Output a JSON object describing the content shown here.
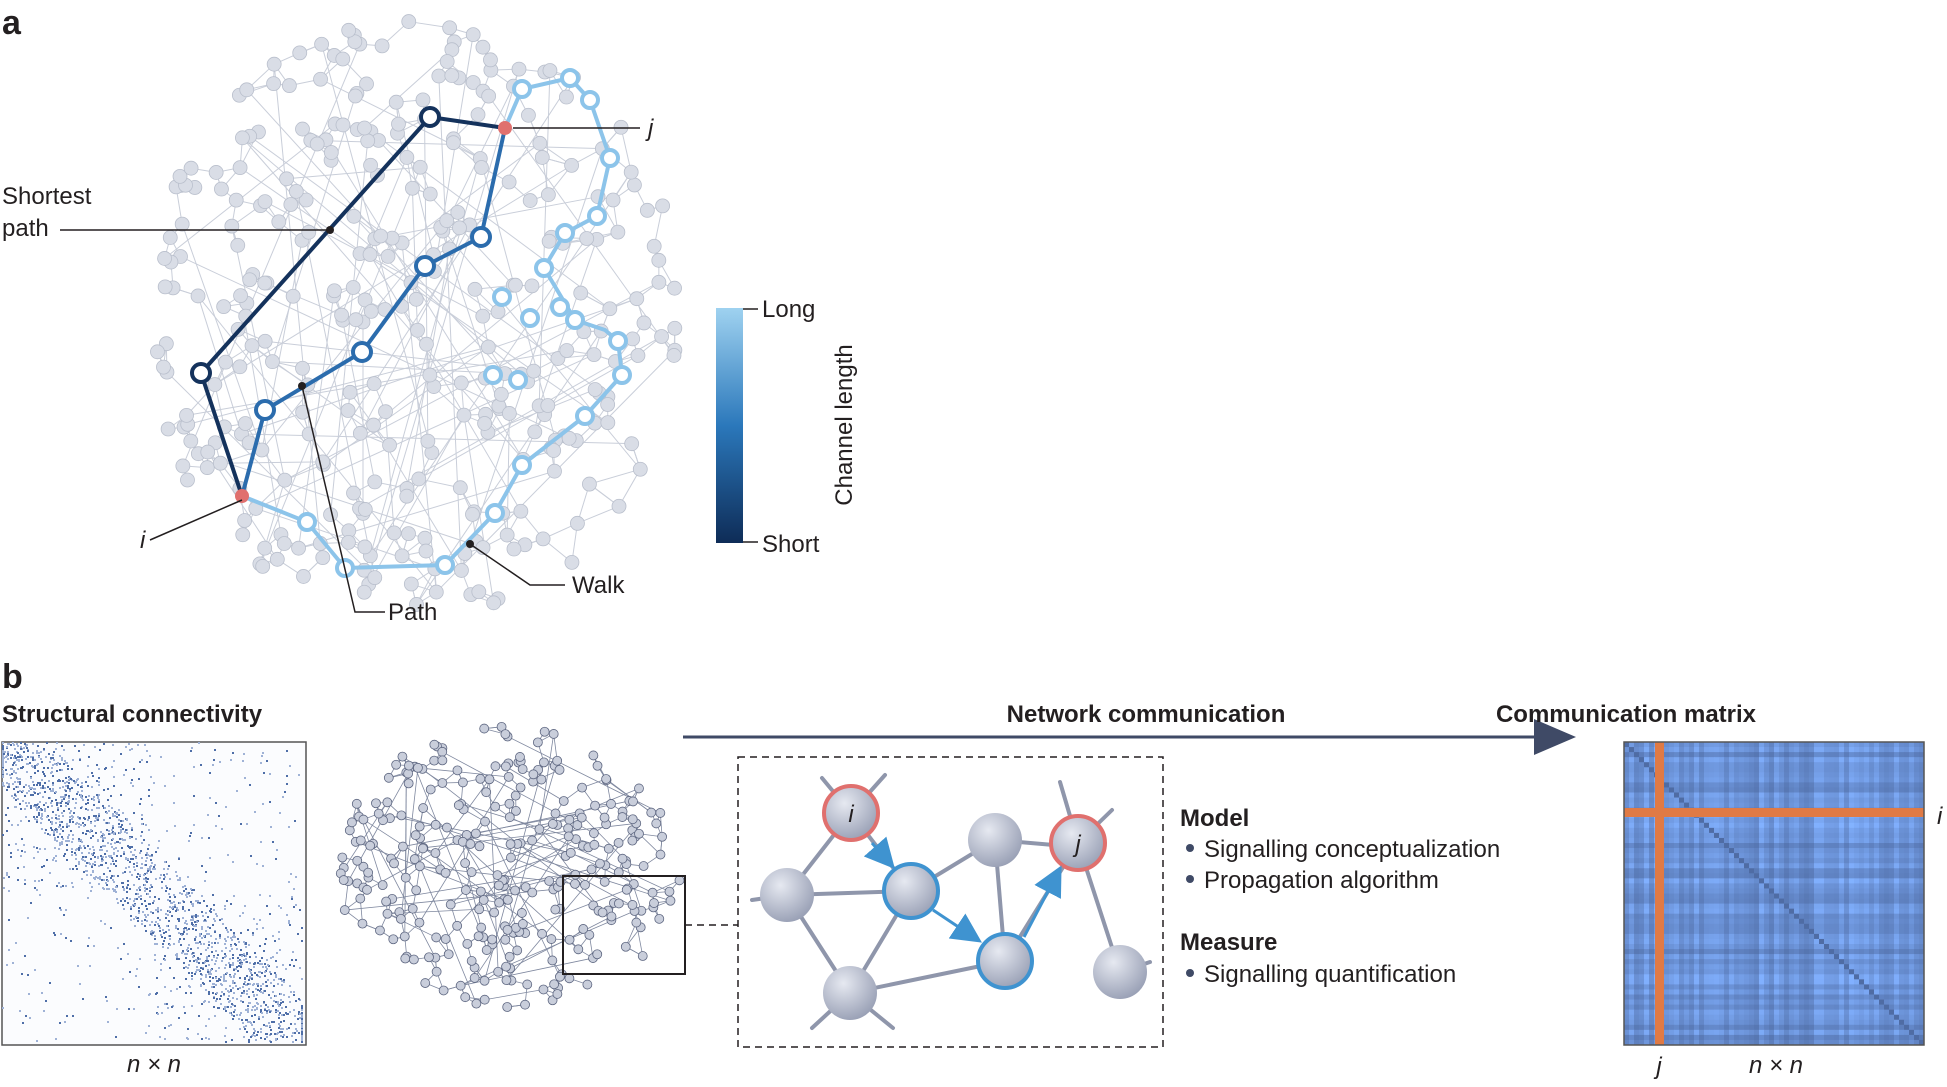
{
  "panel_a": {
    "letter": "a",
    "labels": {
      "shortest_line1": "Shortest",
      "shortest_line2": "path",
      "node_j": "j",
      "node_i": "i",
      "path": "Path",
      "walk": "Walk"
    },
    "colorbar": {
      "title": "Channel length",
      "top": "Long",
      "bottom": "Short"
    },
    "colors": {
      "shortest": "#14325c",
      "path": "#2b6cad",
      "walk": "#8cc4ea",
      "endpoint": "#e0706e",
      "network": "#cfd3de"
    }
  },
  "panel_b": {
    "letter": "b",
    "structural_title": "Structural connectivity",
    "structural_axis": "n × n",
    "network_title": "Network communication",
    "model": {
      "heading": "Model",
      "items": [
        "Signalling conceptualization",
        "Propagation algorithm"
      ]
    },
    "measure": {
      "heading": "Measure",
      "items": [
        "Signalling quantification"
      ]
    },
    "zoom_nodes": {
      "i": "i",
      "j": "j"
    },
    "matrix": {
      "title": "Communication matrix",
      "axis": "n × n",
      "row_label": "i",
      "col_label": "j"
    },
    "colors": {
      "highlight": "#e07a45",
      "matrix": "#5f8fc9",
      "arrow": "#3f4a66"
    }
  }
}
